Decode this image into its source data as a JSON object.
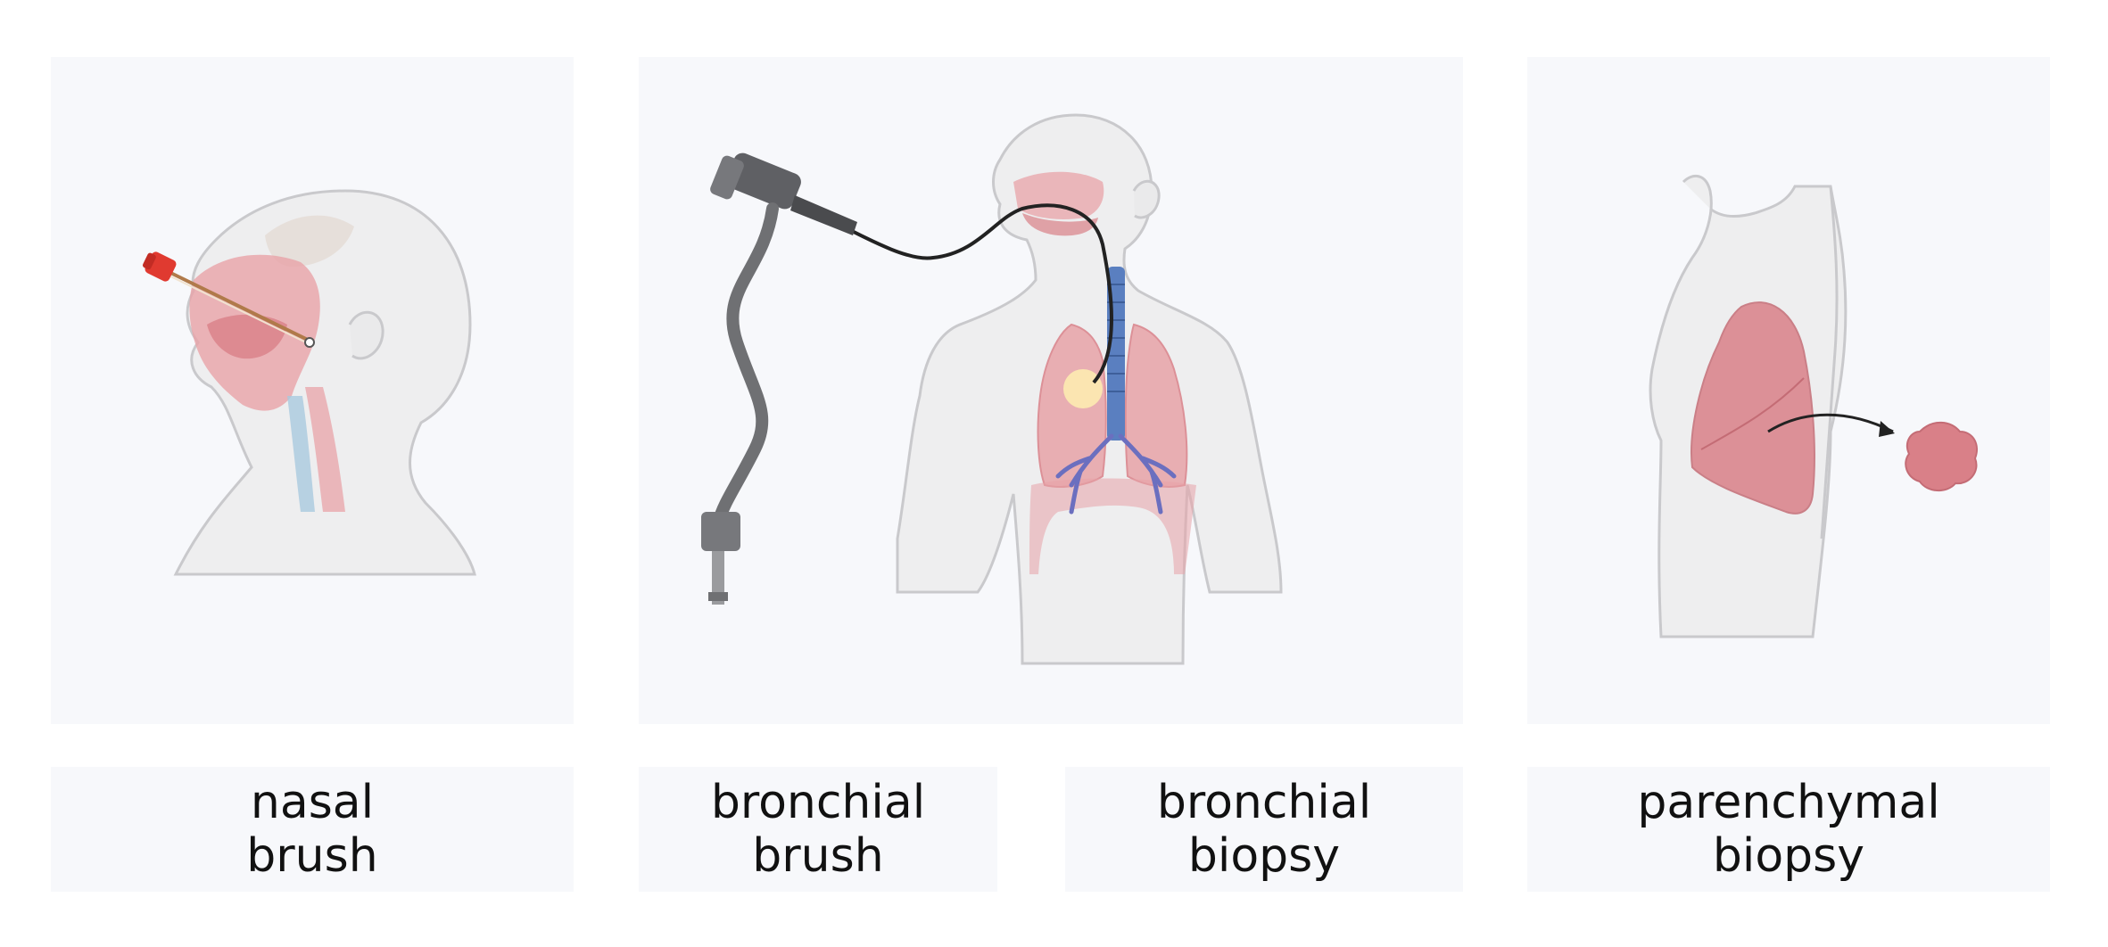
{
  "panels": [
    {
      "icon": "nasal-brush-head-illustration"
    },
    {
      "icon": "bronchoscope-torso-illustration"
    },
    {
      "icon": "lung-parenchymal-biopsy-illustration"
    }
  ],
  "labels": {
    "nasal": {
      "line1": "nasal",
      "line2": "brush"
    },
    "bronchial_brush": {
      "line1": "bronchial",
      "line2": "brush"
    },
    "bronchial_biopsy": {
      "line1": "bronchial",
      "line2": "biopsy"
    },
    "parenchymal": {
      "line1": "parenchymal",
      "line2": "biopsy"
    }
  },
  "colors": {
    "panel_bg": "#f7f8fb",
    "body_fill": "#eeeeef",
    "outline": "#c9c9cc",
    "tissue_pink": "#e8a3a8",
    "lung_pink": "#d98088",
    "airway_blue": "#5a7fc0",
    "brush_red": "#e03a30",
    "scope_gray": "#6f7073"
  }
}
